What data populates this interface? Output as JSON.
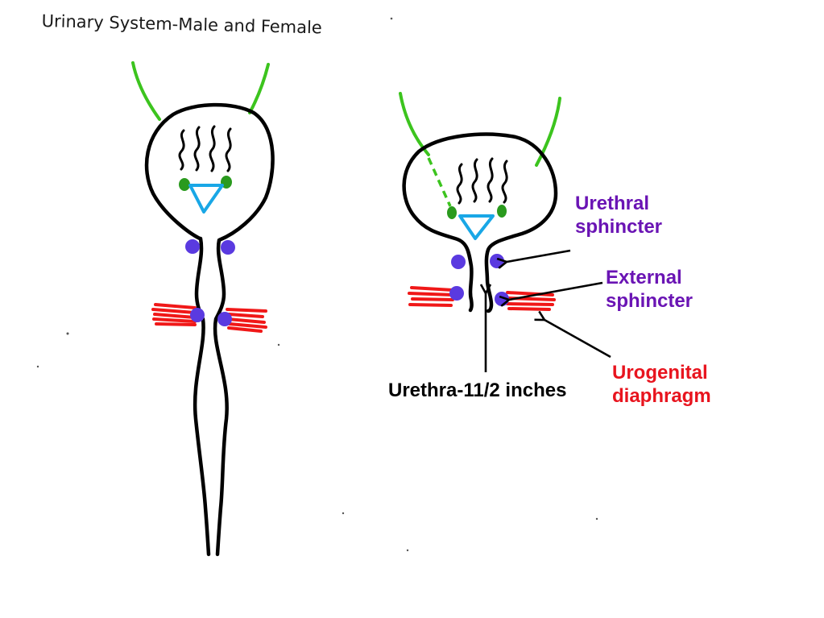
{
  "title": "Urinary System-Male and Female",
  "labels": {
    "urethral_sphincter": [
      "Urethral",
      "sphincter"
    ],
    "external_sphincter": [
      "External",
      "sphincter"
    ],
    "urogenital_diaphragm": [
      "Urogenital",
      "diaphragm"
    ],
    "urethra": "Urethra-11/2 inches"
  },
  "colors": {
    "outline": "#000000",
    "ureter": "#3cc41e",
    "trigone": "#19a7e6",
    "ureteral_openings": "#2a9a1e",
    "sphincter": "#5a3ae0",
    "diaphragm": "#f01818",
    "label_purple": "#6a14b4",
    "label_red": "#e8141e",
    "label_black": "#000000"
  }
}
